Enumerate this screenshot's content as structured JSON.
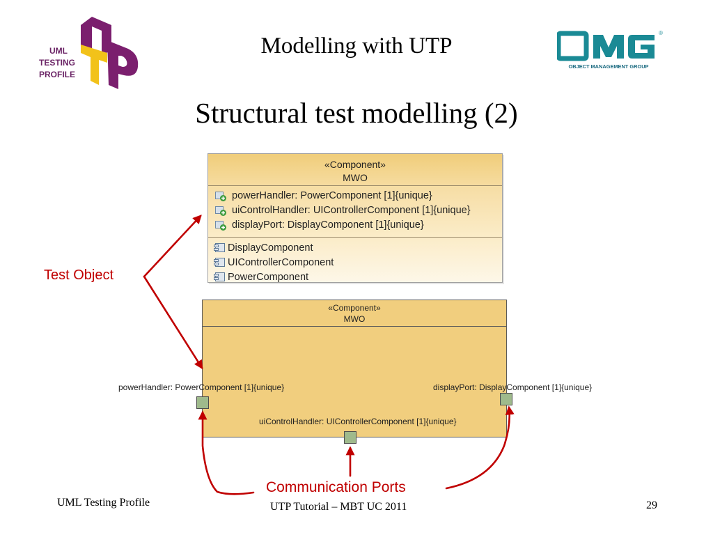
{
  "header": {
    "title": "Modelling with UTP",
    "utp_logo": {
      "text_lines": [
        "UML",
        "TESTING",
        "PROFILE"
      ],
      "letters": "UTP",
      "colors": {
        "u": "#7b1f6e",
        "t": "#f2c21a",
        "p": "#7b1f6e",
        "text": "#6b2466"
      }
    },
    "omg_logo": {
      "letters": "OMG",
      "caption": "OBJECT MANAGEMENT GROUP",
      "registered": "®",
      "color": "#1a8a95"
    }
  },
  "slide": {
    "title": "Structural test modelling (2)"
  },
  "component_box_top": {
    "stereotype": "«Component»",
    "name": "MWO",
    "parts": [
      "powerHandler: PowerComponent [1]{unique}",
      "uiControlHandler: UIControllerComponent [1]{unique}",
      "displayPort: DisplayComponent [1]{unique}"
    ],
    "types": [
      "DisplayComponent",
      "UIControllerComponent",
      "PowerComponent"
    ]
  },
  "component_box_bottom": {
    "stereotype": "«Component»",
    "name": "MWO",
    "ports": {
      "left": "powerHandler: PowerComponent [1]{unique}",
      "right": "displayPort: DisplayComponent [1]{unique}",
      "bottom": "uiControlHandler: UIControllerComponent [1]{unique}"
    }
  },
  "annotations": {
    "test_object": "Test Object",
    "communication_ports": "Communication Ports",
    "color": "#c00000"
  },
  "footer": {
    "left": "UML Testing Profile",
    "center": "UTP Tutorial – MBT UC 2011",
    "page": "29"
  }
}
